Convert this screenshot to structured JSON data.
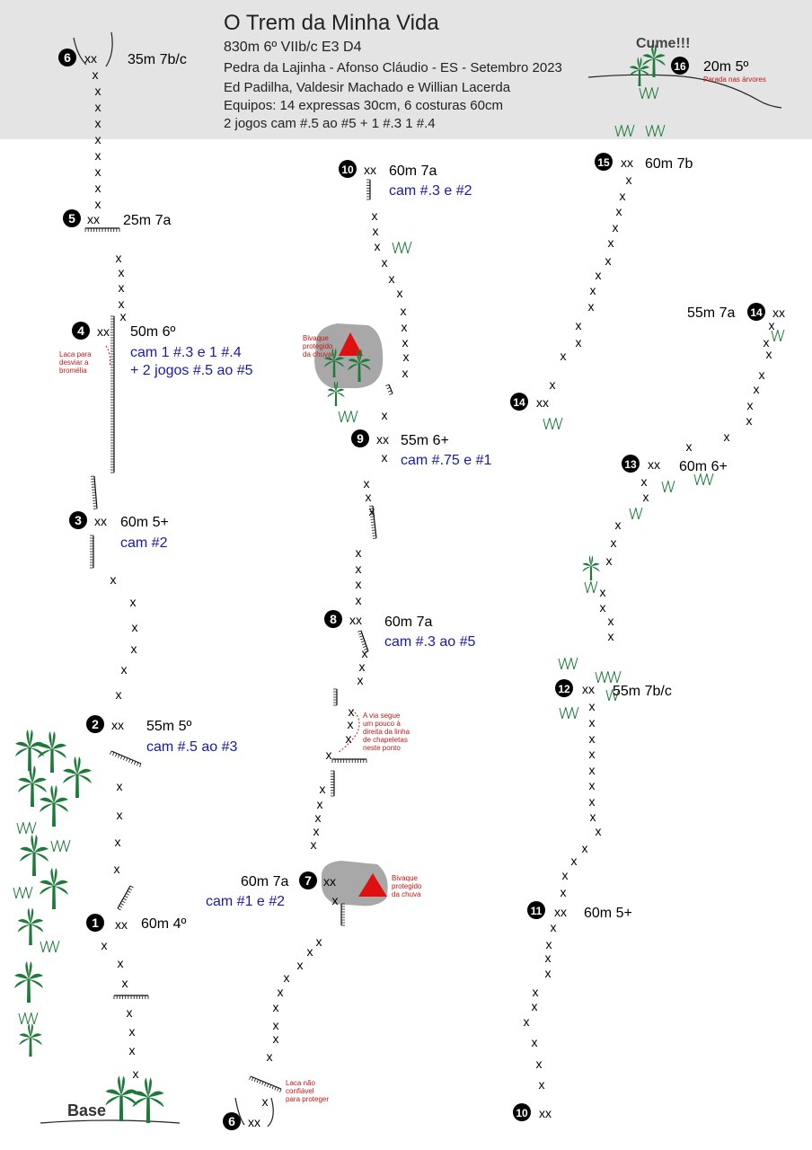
{
  "header": {
    "title": "O Trem da Minha Vida",
    "grade": "830m 6º VIIb/c E3 D4",
    "location": "Pedra da Lajinha - Afonso Cláudio - ES - Setembro 2023",
    "authors": "Ed Padilha, Valdesir Machado e Willian Lacerda",
    "equipment_line1": "Equipos: 14 expressas 30cm, 6 costuras 60cm",
    "equipment_line2": "2 jogos cam #.5 ao #5 + 1 #.3 1 #.4"
  },
  "summit_label": "Cume!!!",
  "base_label": "Base",
  "bolt_mark": "x",
  "anchor_mark": "xx",
  "pitches": [
    {
      "num": "1",
      "info": "60m 4º",
      "gear": ""
    },
    {
      "num": "2",
      "info": "55m 5º",
      "gear": "cam #.5 ao #3"
    },
    {
      "num": "3",
      "info": "60m 5+",
      "gear": "cam #2"
    },
    {
      "num": "4",
      "info": "50m 6º",
      "gear": "cam 1 #.3 e 1 #.4",
      "gear2": "+ 2 jogos #.5 ao #5"
    },
    {
      "num": "5",
      "info": "25m 7a",
      "gear": ""
    },
    {
      "num": "6",
      "info": "35m 7b/c",
      "gear": ""
    },
    {
      "num": "7",
      "info": "60m 7a",
      "gear": "cam #1 e #2"
    },
    {
      "num": "8",
      "info": "60m 7a",
      "gear": "cam #.3 ao #5"
    },
    {
      "num": "9",
      "info": "55m 6+",
      "gear": "cam #.75 e #1"
    },
    {
      "num": "10",
      "info": "60m 7a",
      "gear": "cam #.3 e #2"
    },
    {
      "num": "11",
      "info": "60m 5+",
      "gear": ""
    },
    {
      "num": "12",
      "info": "55m 7b/c",
      "gear": ""
    },
    {
      "num": "13",
      "info": "60m 6+",
      "gear": ""
    },
    {
      "num": "14",
      "info": "55m 7a",
      "gear": ""
    },
    {
      "num": "15",
      "info": "60m 7b",
      "gear": ""
    },
    {
      "num": "16",
      "info": "20m 5º",
      "gear": ""
    }
  ],
  "notes": {
    "laca_bromelia": [
      "Laca para",
      "desviar a",
      "bromélia"
    ],
    "laca_nao_confiavel": [
      "Laca não",
      "confiável",
      "para proteger"
    ],
    "via_segue": [
      "A via segue",
      "um pouco à",
      "direita da linha",
      "de chapeletas",
      "neste ponto"
    ],
    "bivaque_top": [
      "Bivaque",
      "protegido",
      "da chuva"
    ],
    "bivaque_bottom": [
      "Bivaque",
      "protegido",
      "da chuva"
    ],
    "parada_arvores": "Parada nas árvores"
  },
  "colors": {
    "gear_text": "#1a1aa8",
    "note_text": "#c01818",
    "tree": "#1e7a3a",
    "header_bg": "#e4e4e4",
    "bivy_rock": "#a8a8a8",
    "tent": "#e01010"
  }
}
